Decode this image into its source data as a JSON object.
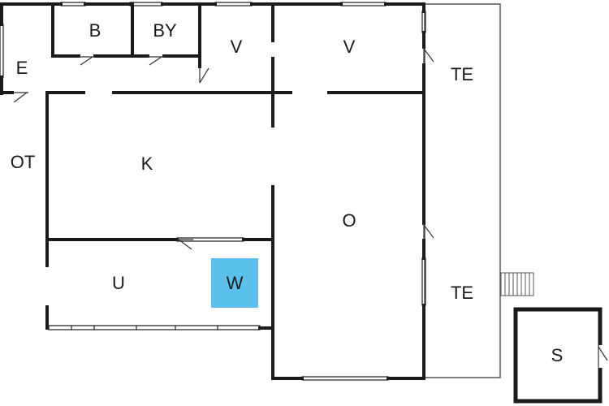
{
  "floorplan": {
    "wall_color": "#1a1a1a",
    "thin_wall_color": "#555555",
    "highlight_color": "#5bc0eb",
    "rooms": [
      {
        "id": "bath",
        "label": "B"
      },
      {
        "id": "laundry",
        "label": "BY"
      },
      {
        "id": "entrance",
        "label": "E"
      },
      {
        "id": "bedroom-1",
        "label": "V"
      },
      {
        "id": "bedroom-2",
        "label": "V"
      },
      {
        "id": "terrace-top",
        "label": "TE"
      },
      {
        "id": "outdoor",
        "label": "OT"
      },
      {
        "id": "kitchen",
        "label": "K"
      },
      {
        "id": "living",
        "label": "O"
      },
      {
        "id": "utility",
        "label": "U"
      },
      {
        "id": "washer",
        "label": "W"
      },
      {
        "id": "terrace-bot",
        "label": "TE"
      },
      {
        "id": "shed",
        "label": "S"
      }
    ]
  }
}
